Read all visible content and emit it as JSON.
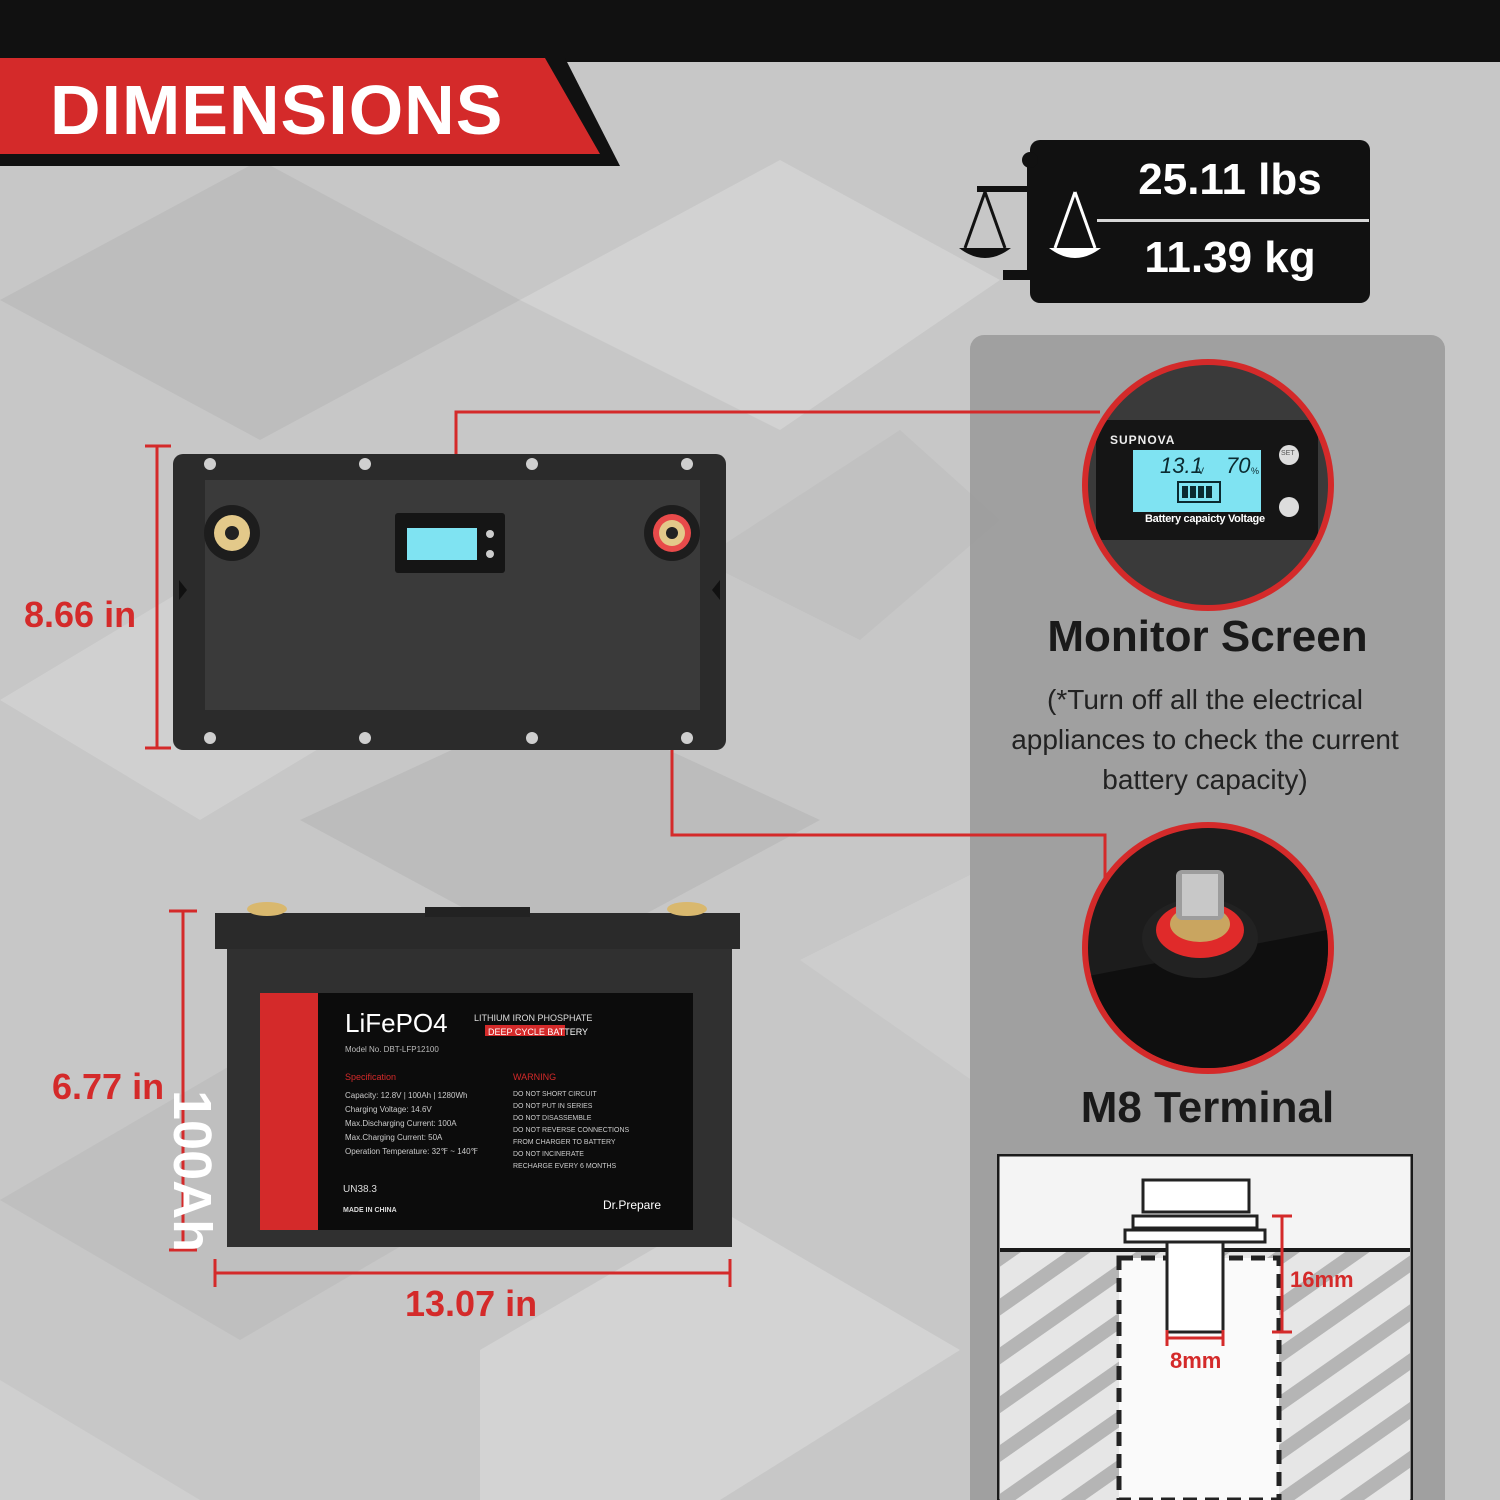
{
  "banner": {
    "title": "DIMENSIONS"
  },
  "weight": {
    "lbs": "25.11 lbs",
    "kg": "11.39 kg"
  },
  "dimensions": {
    "top_height": "8.66 in",
    "front_height": "6.77 in",
    "length": "13.07 in"
  },
  "monitor": {
    "brand": "SUPNOVA",
    "voltage": "13.1",
    "voltage_unit": "V",
    "percent": "70",
    "percent_unit": "%",
    "set_label": "SET",
    "caption": "Battery capaicty Voltage",
    "title": "Monitor Screen",
    "note": "(*Turn off all the electrical appliances to check the current battery capacity)"
  },
  "terminal": {
    "title": "M8 Terminal",
    "depth": "16mm",
    "diameter": "8mm"
  },
  "battery_label": {
    "capacity": "100Ah",
    "chem": "LiFePO4",
    "chem_sub1": "LITHIUM IRON PHOSPHATE",
    "chem_sub2": "DEEP CYCLE BATTERY",
    "model": "Model No. DBT-LFP12100",
    "spec_title": "Specification",
    "specs": [
      "Capacity: 12.8V | 100Ah | 1280Wh",
      "Charging Voltage: 14.6V",
      "Max.Discharging Current: 100A",
      "Max.Charging Current: 50A",
      "Operation Temperature: 32℉ ~ 140℉"
    ],
    "warn_title": "WARNING",
    "warnings": [
      "DO NOT SHORT CIRCUIT",
      "DO NOT PUT IN SERIES",
      "DO NOT DISASSEMBLE",
      "DO NOT REVERSE CONNECTIONS",
      "FROM CHARGER TO BATTERY",
      "DO NOT INCINERATE",
      "RECHARGE EVERY 6 MONTHS"
    ],
    "cert": "UN38.3",
    "origin": "MADE IN CHINA",
    "brand": "Dr.Prepare"
  },
  "colors": {
    "accent_red": "#d42a2a",
    "lcd": "#7fe3f2",
    "dark": "#111111"
  }
}
